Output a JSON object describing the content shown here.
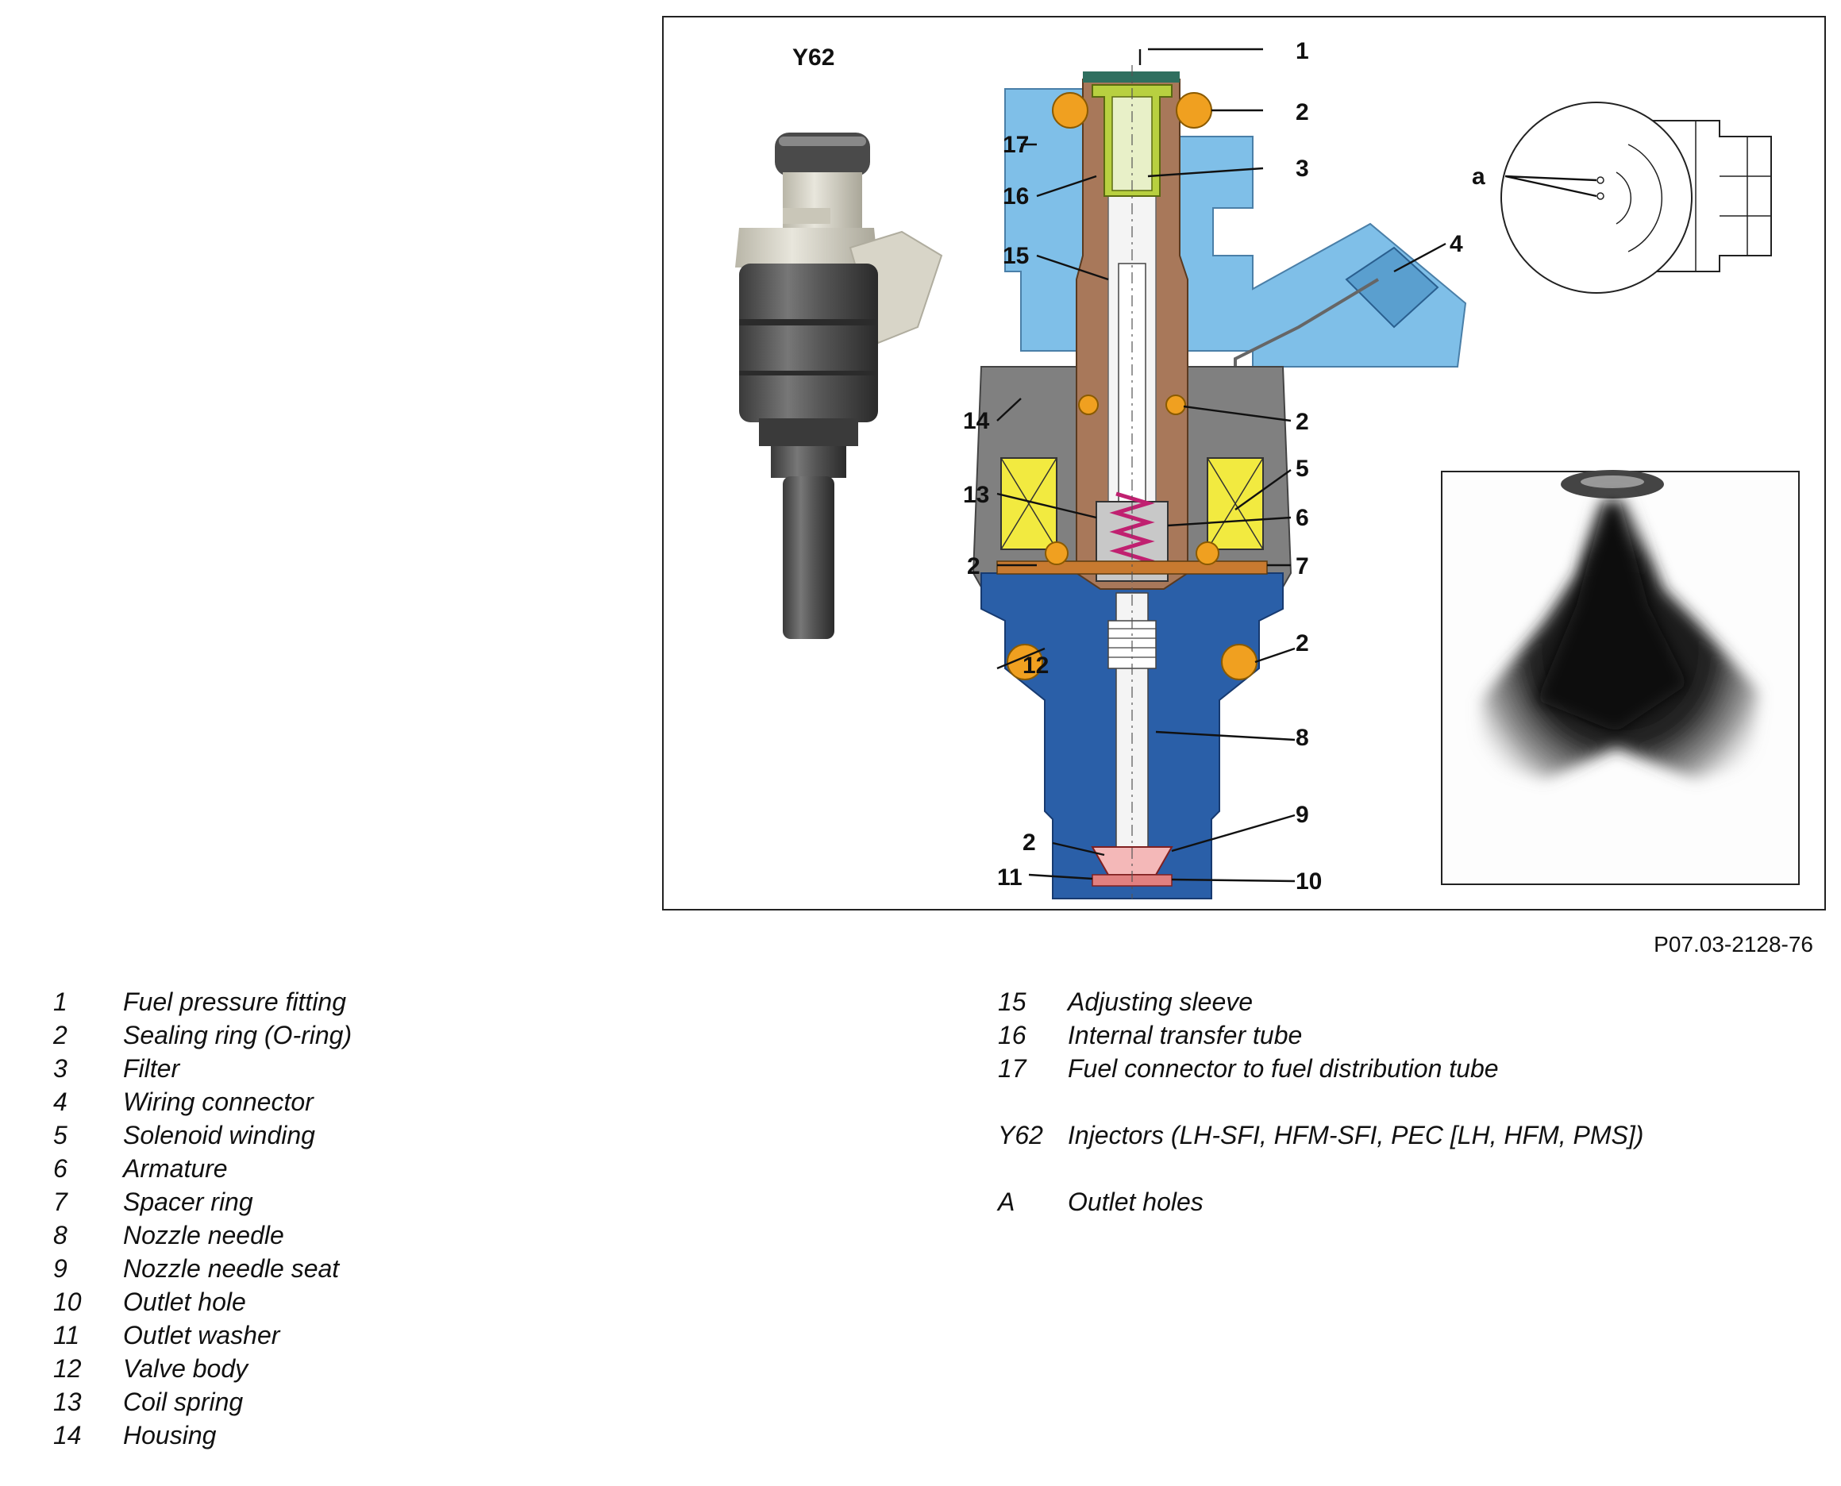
{
  "figure": {
    "title": "Y62",
    "reference": "P07.03-2128-76",
    "callouts": {
      "c1": "1",
      "c2": "2",
      "c3": "3",
      "c4": "4",
      "c5": "5",
      "c6": "6",
      "c7": "7",
      "c8": "8",
      "c9": "9",
      "c10": "10",
      "c11": "11",
      "c12": "12",
      "c13": "13",
      "c14": "14",
      "c15": "15",
      "c16": "16",
      "c17": "17",
      "ca": "a"
    }
  },
  "legend_left": [
    {
      "num": "1",
      "text": "Fuel pressure fitting"
    },
    {
      "num": "2",
      "text": "Sealing ring (O-ring)"
    },
    {
      "num": "3",
      "text": "Filter"
    },
    {
      "num": "4",
      "text": "Wiring connector"
    },
    {
      "num": "5",
      "text": "Solenoid winding"
    },
    {
      "num": "6",
      "text": "Armature"
    },
    {
      "num": "7",
      "text": "Spacer ring"
    },
    {
      "num": "8",
      "text": "Nozzle needle"
    },
    {
      "num": "9",
      "text": "Nozzle needle seat"
    },
    {
      "num": "10",
      "text": "Outlet hole"
    },
    {
      "num": "11",
      "text": "Outlet washer"
    },
    {
      "num": "12",
      "text": "Valve body"
    },
    {
      "num": "13",
      "text": "Coil spring"
    },
    {
      "num": "14",
      "text": "Housing"
    }
  ],
  "legend_right": [
    {
      "num": "15",
      "text": "Adjusting sleeve"
    },
    {
      "num": "16",
      "text": "Internal transfer tube"
    },
    {
      "num": "17",
      "text": "Fuel connector to fuel distribution tube"
    },
    {
      "num": "Y62",
      "text": "Injectors (LH-SFI, HFM-SFI, PEC [LH, HFM, PMS])"
    },
    {
      "num": "A",
      "text": "Outlet holes"
    }
  ],
  "colors": {
    "housing_blue": "#7fbfe8",
    "valve_body_blue": "#2a5fa8",
    "tube_brown": "#a8785a",
    "oring_orange": "#f0a020",
    "coil_yellow": "#f2ea40",
    "filter_green": "#b8d040",
    "spring_magenta": "#c02070"
  }
}
